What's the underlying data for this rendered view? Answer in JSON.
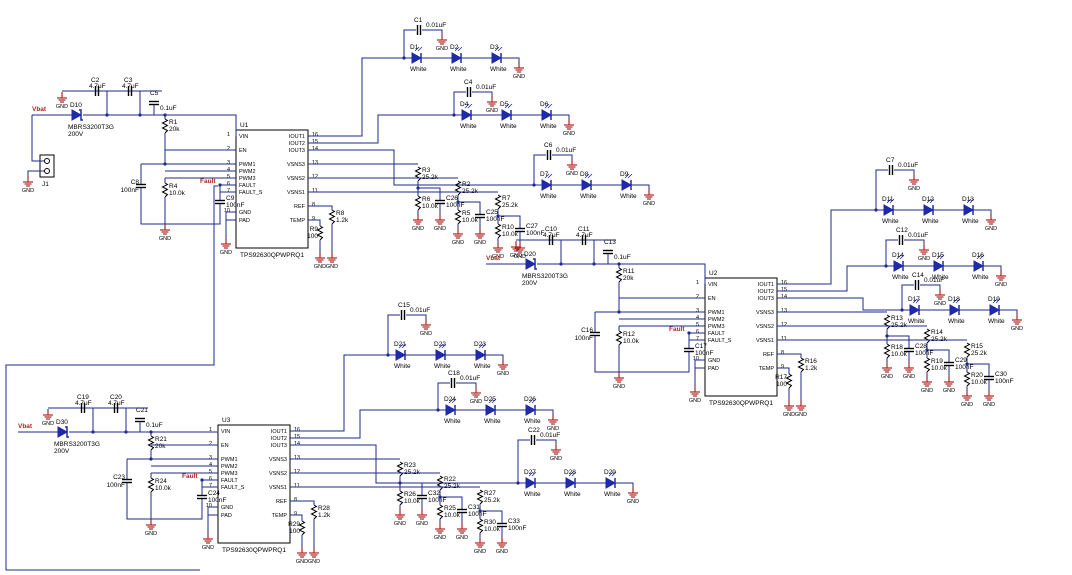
{
  "ic_part": "TPS92630QPWPRQ1",
  "ic_pins_left": [
    "VIN",
    "EN",
    "PWM1",
    "PWM2",
    "PWM3",
    "FAULT",
    "FAULT_S",
    "GND",
    "PAD"
  ],
  "ic_pins_right": [
    "IOUT1",
    "IOUT2",
    "IOUT3",
    "VSNS3",
    "VSNS2",
    "VSNS1",
    "REF",
    "TEMP"
  ],
  "ic_pin_nums_left": [
    "1",
    "2",
    "3",
    "4",
    "5",
    "6",
    "7",
    "10"
  ],
  "ic_pin_nums_right": [
    "16",
    "15",
    "14",
    "13",
    "12",
    "11",
    "8",
    "9"
  ],
  "net_vbat": "Vbat",
  "net_fault": "Fault",
  "gnd_label": "GND",
  "led_value": "White",
  "schottky_part": "MBRS3200T3G",
  "schottky_rating": "200V",
  "connector": "J1",
  "blocks": [
    {
      "ic": "U1",
      "diode": "D10",
      "c_in1": "C2",
      "c_in1_val": "4.7uF",
      "c_in2": "C3",
      "c_in2_val": "4.7uF",
      "c_in3": "C5",
      "c_in3_val": "0.1uF",
      "r_en": "R1",
      "r_en_val": "20k",
      "r_pwm": "R4",
      "r_pwm_val": "10.0k",
      "c_pwm": "C8",
      "c_pwm_val": "100nF",
      "c_fault": "C9",
      "c_fault_val": "100nF",
      "r_ref": "R8",
      "r_ref_val": "1.2k",
      "r_temp": "R9",
      "r_temp_val": "100",
      "strings": [
        {
          "cap": "C1",
          "cap_val": "0.01uF",
          "leds": [
            "D1",
            "D2",
            "D3"
          ]
        },
        {
          "cap": "C4",
          "cap_val": "0.01uF",
          "leds": [
            "D4",
            "D5",
            "D6"
          ]
        },
        {
          "cap": "C6",
          "cap_val": "0.01uF",
          "leds": [
            "D7",
            "D8",
            "D9"
          ]
        }
      ],
      "sense": [
        {
          "r": "R3",
          "r_val": "25.2k",
          "rb": "R6",
          "rb_val": "10.0k",
          "c": "C26",
          "c_val": "100nF"
        },
        {
          "r": "R2",
          "r_val": "25.2k",
          "rb": "R5",
          "rb_val": "10.0k",
          "c": "C25",
          "c_val": "100nF"
        },
        {
          "r": "R7",
          "r_val": "25.2k",
          "rb": "R10",
          "rb_val": "10.0k",
          "c": "C27",
          "c_val": "100nF"
        }
      ]
    },
    {
      "ic": "U2",
      "diode": "D20",
      "c_in1": "C10",
      "c_in1_val": "4.7uF",
      "c_in2": "C11",
      "c_in2_val": "4.7uF",
      "c_in3": "C13",
      "c_in3_val": "0.1uF",
      "r_en": "R11",
      "r_en_val": "20k",
      "r_pwm": "R12",
      "r_pwm_val": "10.0k",
      "c_pwm": "C16",
      "c_pwm_val": "100nF",
      "c_fault": "C17",
      "c_fault_val": "100nF",
      "r_ref": "R16",
      "r_ref_val": "1.2k",
      "r_temp": "R17",
      "r_temp_val": "100",
      "strings": [
        {
          "cap": "C7",
          "cap_val": "0.01uF",
          "leds": [
            "D11",
            "D12",
            "D13"
          ]
        },
        {
          "cap": "C12",
          "cap_val": "0.01uF",
          "leds": [
            "D14",
            "D15",
            "D16"
          ]
        },
        {
          "cap": "C14",
          "cap_val": "0.01uF",
          "leds": [
            "D17",
            "D18",
            "D19"
          ]
        }
      ],
      "sense": [
        {
          "r": "R13",
          "r_val": "25.2k",
          "rb": "R18",
          "rb_val": "10.0k",
          "c": "C28",
          "c_val": "100nF"
        },
        {
          "r": "R14",
          "r_val": "25.2k",
          "rb": "R19",
          "rb_val": "10.0k",
          "c": "C29",
          "c_val": "100nF"
        },
        {
          "r": "R15",
          "r_val": "25.2k",
          "rb": "R20",
          "rb_val": "10.0k",
          "c": "C30",
          "c_val": "100nF"
        }
      ]
    },
    {
      "ic": "U3",
      "diode": "D30",
      "c_in1": "C19",
      "c_in1_val": "4.7uF",
      "c_in2": "C20",
      "c_in2_val": "4.7uF",
      "c_in3": "C21",
      "c_in3_val": "0.1uF",
      "r_en": "R21",
      "r_en_val": "20k",
      "r_pwm": "R24",
      "r_pwm_val": "10.0k",
      "c_pwm": "C23",
      "c_pwm_val": "100nF",
      "c_fault": "C24",
      "c_fault_val": "100nF",
      "r_ref": "R28",
      "r_ref_val": "1.2k",
      "r_temp": "R29",
      "r_temp_val": "100",
      "strings": [
        {
          "cap": "C15",
          "cap_val": "0.01uF",
          "leds": [
            "D21",
            "D22",
            "D23"
          ]
        },
        {
          "cap": "C18",
          "cap_val": "0.01uF",
          "leds": [
            "D24",
            "D25",
            "D26"
          ]
        },
        {
          "cap": "C22",
          "cap_val": "0.01uF",
          "leds": [
            "D27",
            "D28",
            "D29"
          ]
        }
      ],
      "sense": [
        {
          "r": "R23",
          "r_val": "25.2k",
          "rb": "R26",
          "rb_val": "10.0k",
          "c": "C32",
          "c_val": "100nF"
        },
        {
          "r": "R22",
          "r_val": "25.2k",
          "rb": "R25",
          "rb_val": "10.0k",
          "c": "C31",
          "c_val": "100nF"
        },
        {
          "r": "R27",
          "r_val": "25.2k",
          "rb": "R30",
          "rb_val": "10.0k",
          "c": "C33",
          "c_val": "100nF"
        }
      ]
    }
  ]
}
